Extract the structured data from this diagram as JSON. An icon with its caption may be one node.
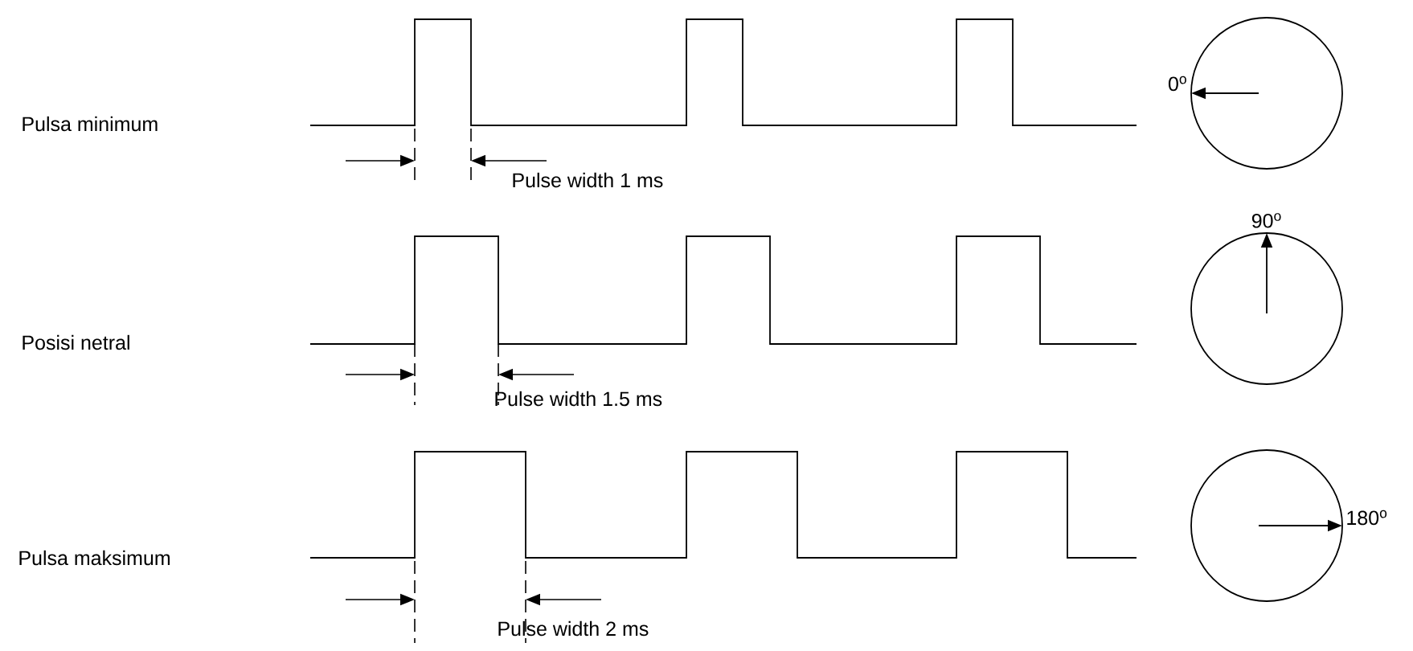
{
  "diagram": {
    "labels": [
      "Pulsa minimum",
      "0$^{o}$",
      "Pulse width 1 ms",
      "Posisi netral",
      "90$^{o}$",
      "Pulse width 1.5 ms",
      "Pulsa maksimum",
      "180$^{o}$",
      "Pulse width 2 ms"
    ]
  }
}
